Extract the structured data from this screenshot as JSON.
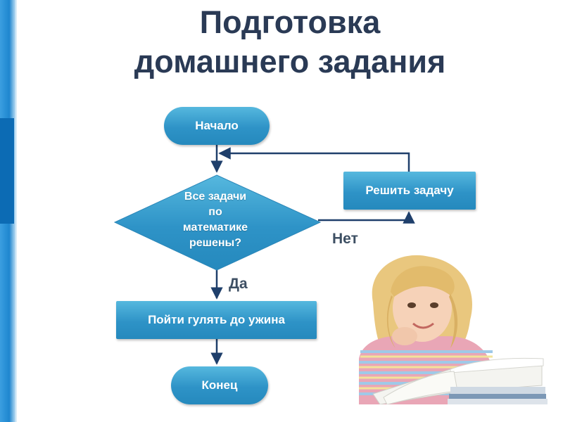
{
  "slide": {
    "title_line1": "Подготовка",
    "title_line2": "домашнего задания"
  },
  "flowchart": {
    "start": "Начало",
    "decision_lines": [
      "Все задачи",
      "по",
      "математике",
      "решены?"
    ],
    "process_solve": "Решить задачу",
    "process_walk": "Пойти гулять до ужина",
    "end": "Конец",
    "edge_no": "Нет",
    "edge_yes": "Да"
  },
  "photo": {
    "subject": "girl-with-books"
  }
}
